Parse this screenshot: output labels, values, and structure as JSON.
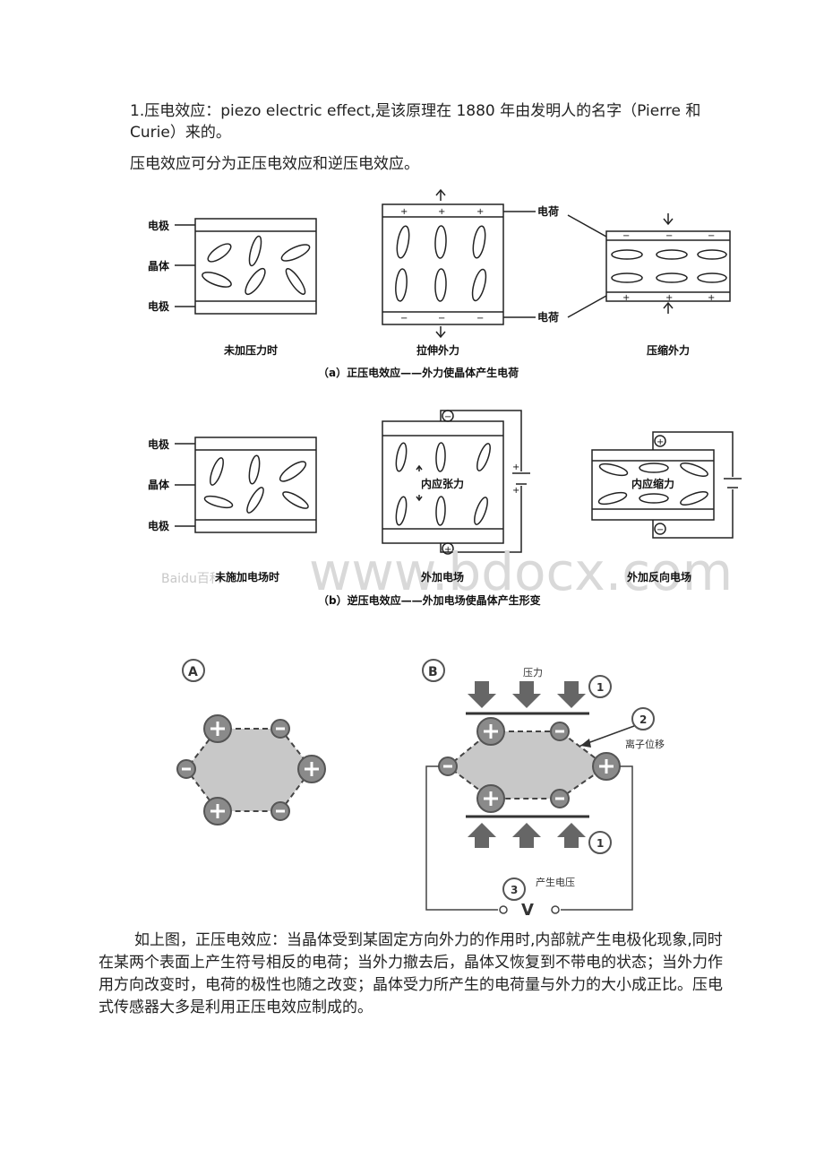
{
  "intro": {
    "line1": "1.压电效应：piezo electric effect,是该原理在 1880 年由发明人的名字（Pierre 和 Curie）来的。",
    "line2": "压电效应可分为正压电效应和逆压电效应。"
  },
  "figure_a": {
    "label_electrode_top": "电极",
    "label_crystal": "晶体",
    "label_electrode_bottom": "电极",
    "label_charge_top": "电荷",
    "label_charge_bottom": "电荷",
    "panel1_caption": "未加压力时",
    "panel2_caption": "拉伸外力",
    "panel3_caption": "压缩外力",
    "caption": "（a）正压电效应——外力使晶体产生电荷"
  },
  "figure_b": {
    "label_electrode_top": "电极",
    "label_crystal": "晶体",
    "label_electrode_bottom": "电极",
    "panel2_inner": "内应张力",
    "panel3_inner": "内应缩力",
    "panel1_caption": "未施加电场时",
    "panel2_caption": "外加电场",
    "panel3_caption": "外加反向电场",
    "caption": "（b）逆压电效应——外加电场使晶体产生形变",
    "watermark": "www.bdocx.com",
    "baidu_logo": "Baidu百科"
  },
  "figure_c": {
    "label_a": "A",
    "label_b": "B",
    "pressure": "压力",
    "ion_shift": "离子位移",
    "voltage_generated": "产生电压",
    "volt_symbol": "V",
    "num1": "1",
    "num2": "2",
    "num3": "3",
    "num1b": "1"
  },
  "summary": "如上图，正压电效应：当晶体受到某固定方向外力的作用时,内部就产生电极化现象,同时在某两个表面上产生符号相反的电荷；当外力撤去后，晶体又恢复到不带电的状态；当外力作用方向改变时，电荷的极性也随之改变；晶体受力所产生的电荷量与外力的大小成正比。压电式传感器大多是利用正压电效应制成的。"
}
